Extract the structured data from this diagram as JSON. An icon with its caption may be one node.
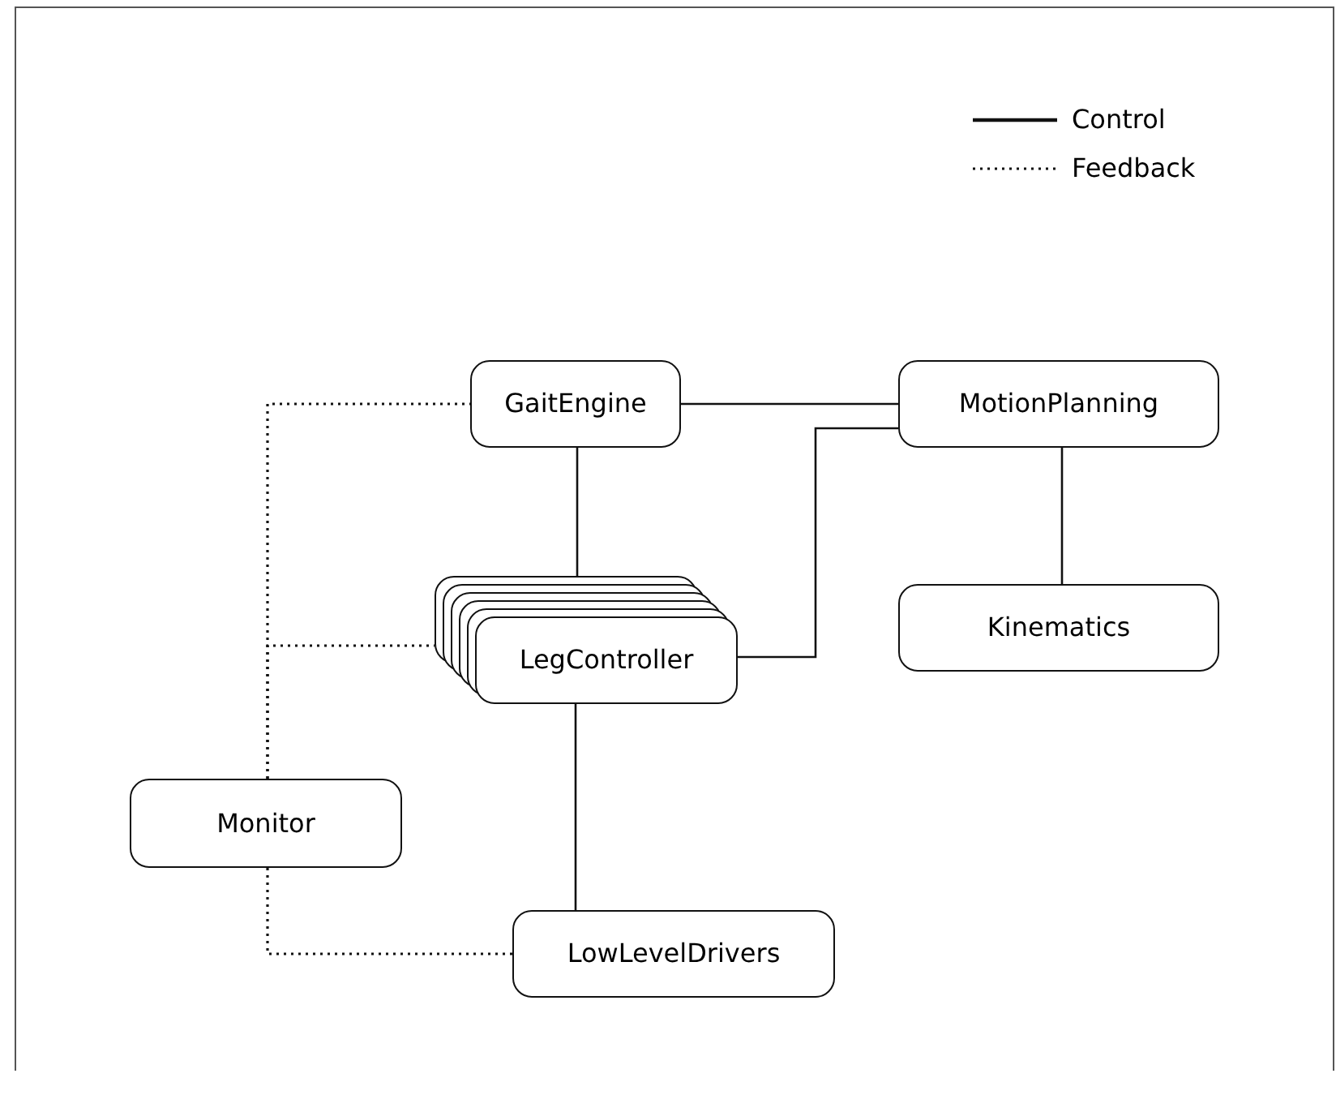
{
  "diagram": {
    "nodes": [
      {
        "text": [
          "GaitEngine"
        ]
      },
      {
        "text": [
          "MotionPlanning"
        ]
      },
      {
        "text": [
          "LegController"
        ]
      },
      {
        "text": [
          "Kinematics"
        ]
      },
      {
        "text": [
          "Monitor"
        ]
      },
      {
        "text": [
          "LowLevelDrivers"
        ]
      }
    ],
    "edges": [
      {
        "from": 0,
        "to": 1,
        "arrow": "none"
      },
      {
        "from": 0,
        "to": 2,
        "arrow": "none"
      },
      {
        "from": 2,
        "to": 1,
        "arrow": "none"
      },
      {
        "from": 1,
        "to": 3,
        "arrow": "none"
      },
      {
        "from": 2,
        "to": 5,
        "arrow": "none"
      },
      {
        "from": 4,
        "to": 0,
        "arrow": "none",
        "style": "dashed"
      },
      {
        "from": 4,
        "to": 2,
        "arrow": "none",
        "style": "dashed"
      },
      {
        "from": 4,
        "to": 5,
        "arrow": "none",
        "style": "dashed"
      }
    ],
    "legend": [
      {
        "text": "Control"
      },
      {
        "text": "Feedback"
      }
    ]
  }
}
